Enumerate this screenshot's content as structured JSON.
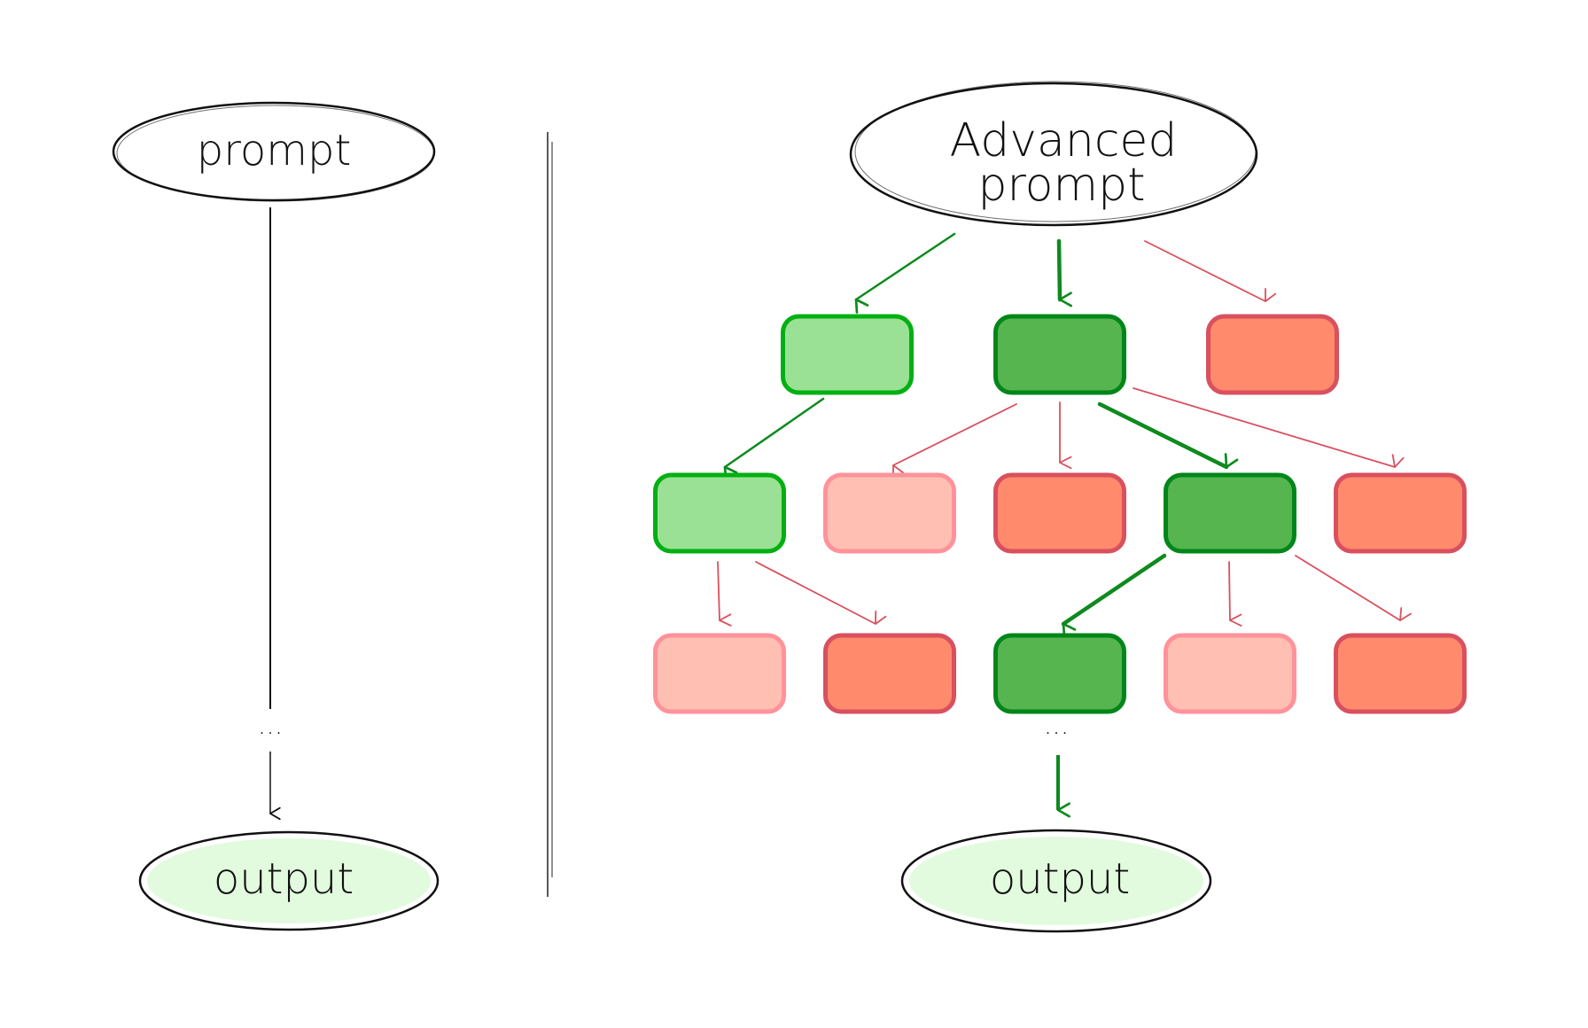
{
  "left": {
    "input_label": "prompt",
    "ellipsis": "...",
    "output_label": "output"
  },
  "right": {
    "input_label_line1": "Advanced",
    "input_label_line2": "prompt",
    "ellipsis": "...",
    "output_label": "output"
  },
  "colors": {
    "chosen": {
      "fill": "#57b550",
      "stroke": "#00861a"
    },
    "good": {
      "fill": "#9be195",
      "stroke": "#00b012"
    },
    "bad": {
      "fill": "#ff8a6c",
      "stroke": "#d9505e"
    },
    "weak": {
      "fill": "#ffc0b3",
      "stroke": "#ff929a"
    },
    "output_fill": "#e2fbde",
    "green_arrow": "#0f8a1e",
    "red_arrow": "#d9505e"
  },
  "tree": {
    "rows": [
      [
        "good",
        "chosen",
        "bad"
      ],
      [
        "good",
        "weak",
        "bad",
        "chosen",
        "bad"
      ],
      [
        "weak",
        "bad",
        "chosen",
        "weak",
        "bad"
      ]
    ]
  }
}
